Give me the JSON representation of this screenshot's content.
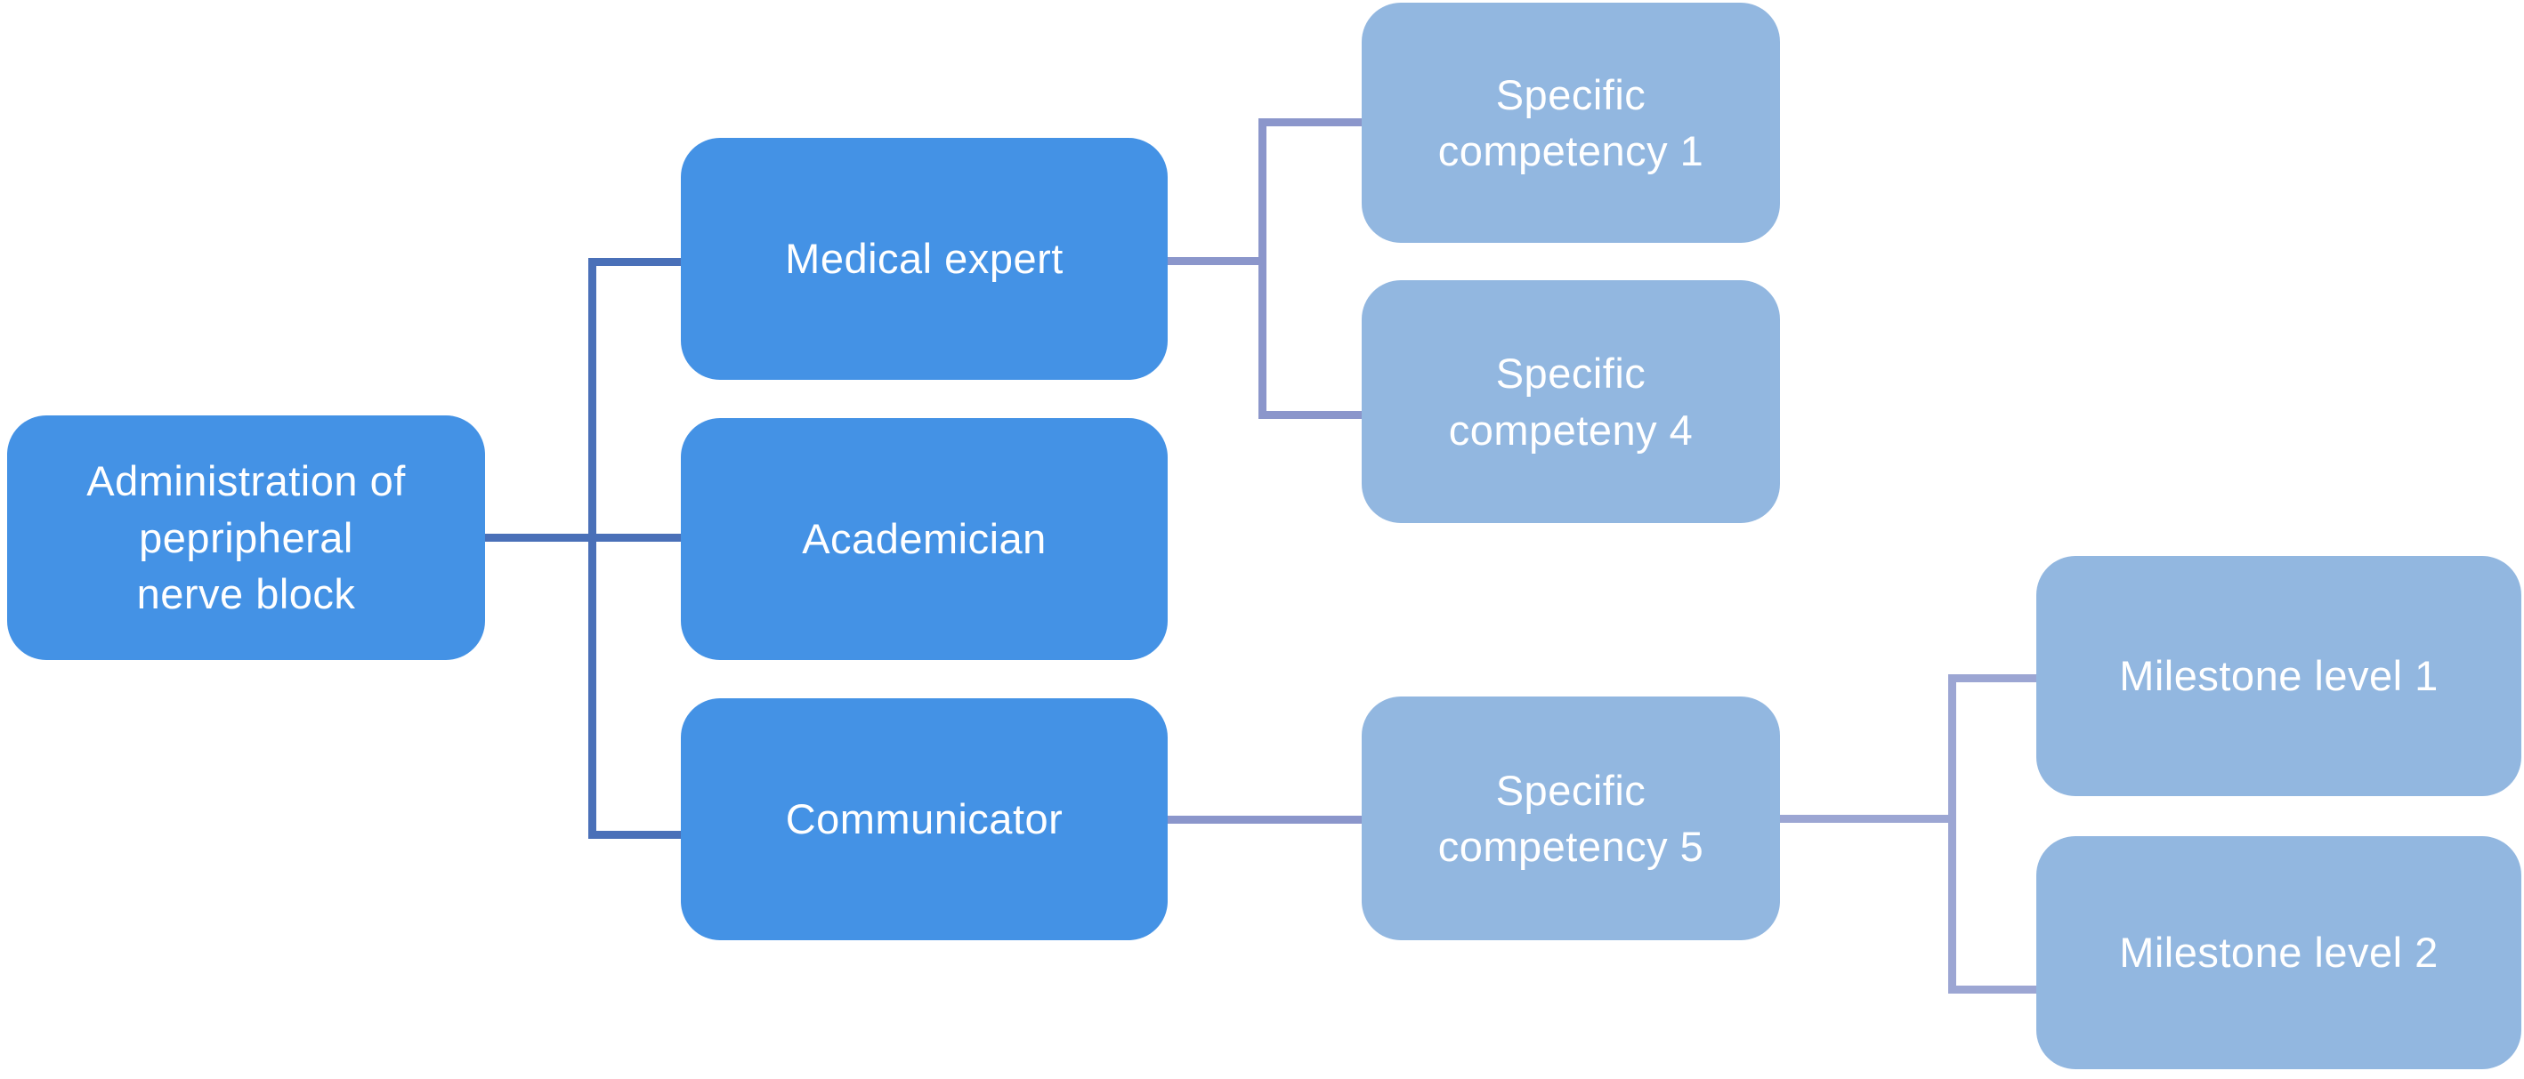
{
  "page": {
    "background": "#ffffff",
    "description": "Hierarchy flowchart linking the administration of peripheral nerve block to roles, specific competencies and milestone levels"
  },
  "colors": {
    "page-bg": "#ffffff",
    "node-primary": "#4492E5",
    "node-secondary": "#92B7E0",
    "edge-level1": "#4A70B8",
    "edge-level2": "#8B96CB",
    "edge-level3": "#9CA6D3",
    "node-text": "#FFFFFF"
  },
  "diagram": {
    "type": "hierarchy-flowchart",
    "nodes": {
      "root": {
        "label": "Administration of pepripheral nerve block",
        "lines": [
          "Administration of",
          "pepripheral",
          "nerve block"
        ]
      },
      "medical_expert": {
        "label": "Medical expert",
        "lines": [
          "Medical expert"
        ]
      },
      "academician": {
        "label": "Academician",
        "lines": [
          "Academician"
        ]
      },
      "communicator": {
        "label": "Communicator",
        "lines": [
          "Communicator"
        ]
      },
      "specific_competency_1": {
        "label": "Specific competency 1",
        "lines": [
          "Specific",
          "competency 1"
        ]
      },
      "specific_competeny_4": {
        "label": "Specific competeny 4",
        "lines": [
          "Specific",
          "competeny 4"
        ]
      },
      "specific_competency_5": {
        "label": "Specific competency 5",
        "lines": [
          "Specific",
          "competency 5"
        ]
      },
      "milestone_level_1": {
        "label": "Milestone level 1",
        "lines": [
          "Milestone level 1"
        ]
      },
      "milestone_level_2": {
        "label": "Milestone level 2",
        "lines": [
          "Milestone level 2"
        ]
      }
    },
    "edges": [
      {
        "from": "Administration of pepripheral nerve block",
        "to": "Medical expert"
      },
      {
        "from": "Administration of pepripheral nerve block",
        "to": "Academician"
      },
      {
        "from": "Administration of pepripheral nerve block",
        "to": "Communicator"
      },
      {
        "from": "Medical expert",
        "to": "Specific competency 1"
      },
      {
        "from": "Medical expert",
        "to": "Specific competeny 4"
      },
      {
        "from": "Communicator",
        "to": "Specific competency 5"
      },
      {
        "from": "Specific competency 5",
        "to": "Milestone level 1"
      },
      {
        "from": "Specific competency 5",
        "to": "Milestone level 2"
      }
    ]
  }
}
